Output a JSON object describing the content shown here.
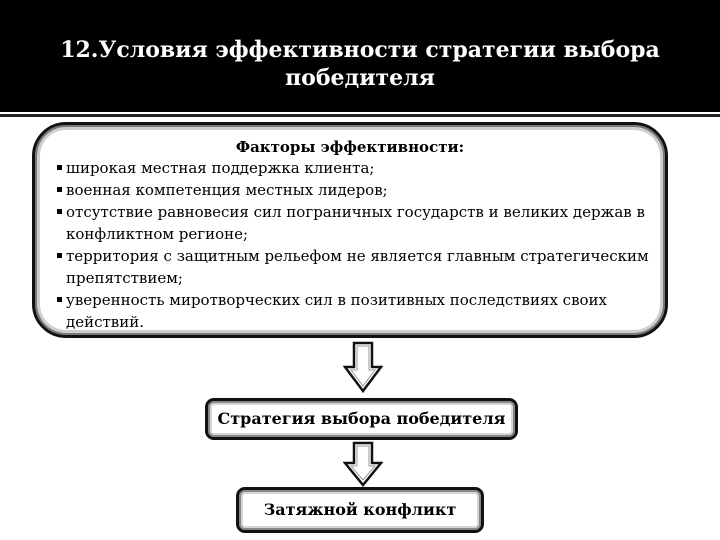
{
  "title": "12.Условия эффективности стратегии выбора победителя",
  "factors": {
    "heading": "Факторы эффективности:",
    "items": [
      "широкая местная поддержка клиента;",
      "военная компетенция местных лидеров;",
      "отсутствие равновесия сил пограничных государств и великих держав в конфликтном регионе;",
      "территория с защитным рельефом не является главным стратегическим препятствием;",
      "уверенность миротворческих сил в позитивных последствиях своих действий."
    ]
  },
  "strategy_label": "Стратегия выбора победителя",
  "conflict_label": "Затяжной конфликт",
  "colors": {
    "header_bg": "#000000",
    "title_text": "#ffffff",
    "border": "#111111"
  }
}
